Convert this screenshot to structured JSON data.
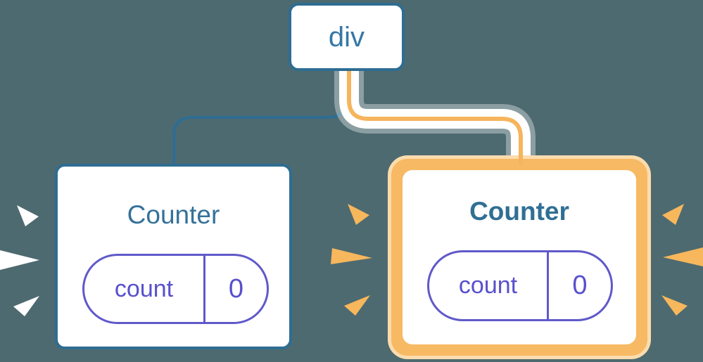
{
  "diagram": {
    "description": "React component tree: a div root with two Counter children, each holding state count=0; the right Counter is highlighted",
    "root": {
      "label": "div"
    },
    "counters": [
      {
        "title": "Counter",
        "state_key": "count",
        "state_value": "0",
        "highlighted": false
      },
      {
        "title": "Counter",
        "state_key": "count",
        "state_value": "0",
        "highlighted": true
      }
    ]
  },
  "colors": {
    "background": "#4D6A70",
    "node_border_blue": "#2E6D93",
    "root_label_blue": "#3478A6",
    "title_blue": "#35719A",
    "title_blue_bold": "#2F6F94",
    "pill_border_purple": "#6059C9",
    "state_text_purple": "#5850CE",
    "highlight_orange": "#F7B963",
    "highlight_cream": "#FBDCAE",
    "connector_orange": "#F6B45C",
    "sparkle_white": "#FFFFFF",
    "sparkle_orange": "#F7B75C"
  }
}
